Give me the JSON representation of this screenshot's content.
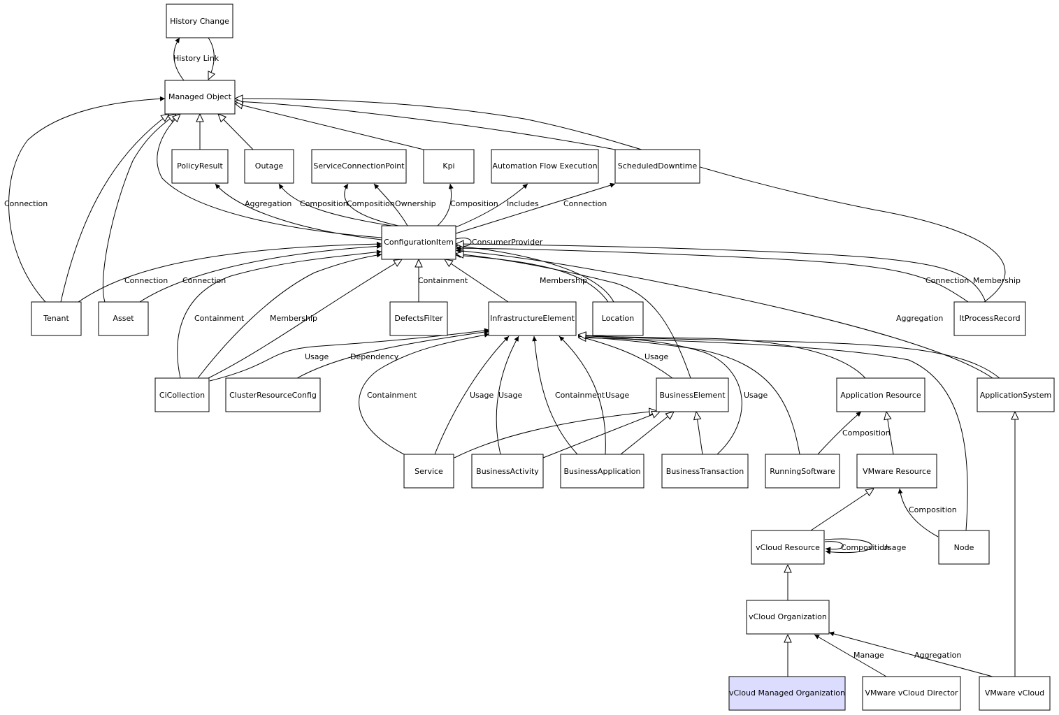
{
  "diagram": {
    "nodes": [
      {
        "id": "history_change",
        "label": "History Change"
      },
      {
        "id": "managed_object",
        "label": "Managed Object"
      },
      {
        "id": "policy_result",
        "label": "PolicyResult"
      },
      {
        "id": "outage",
        "label": "Outage"
      },
      {
        "id": "service_connection_point",
        "label": "ServiceConnectionPoint"
      },
      {
        "id": "kpi",
        "label": "Kpi"
      },
      {
        "id": "automation_flow_execution",
        "label": "Automation Flow Execution"
      },
      {
        "id": "scheduled_downtime",
        "label": "ScheduledDowntime"
      },
      {
        "id": "configuration_item",
        "label": "ConfigurationItem"
      },
      {
        "id": "tenant",
        "label": "Tenant"
      },
      {
        "id": "asset",
        "label": "Asset"
      },
      {
        "id": "defects_filter",
        "label": "DefectsFilter"
      },
      {
        "id": "infrastructure_element",
        "label": "InfrastructureElement"
      },
      {
        "id": "location",
        "label": "Location"
      },
      {
        "id": "it_process_record",
        "label": "ItProcessRecord"
      },
      {
        "id": "ci_collection",
        "label": "CiCollection"
      },
      {
        "id": "cluster_resource_config",
        "label": "ClusterResourceConfig"
      },
      {
        "id": "business_element",
        "label": "BusinessElement"
      },
      {
        "id": "application_resource",
        "label": "Application Resource"
      },
      {
        "id": "application_system",
        "label": "ApplicationSystem"
      },
      {
        "id": "service",
        "label": "Service"
      },
      {
        "id": "business_activity",
        "label": "BusinessActivity"
      },
      {
        "id": "business_application",
        "label": "BusinessApplication"
      },
      {
        "id": "business_transaction",
        "label": "BusinessTransaction"
      },
      {
        "id": "running_software",
        "label": "RunningSoftware"
      },
      {
        "id": "vmware_resource",
        "label": "VMware Resource"
      },
      {
        "id": "vcloud_resource",
        "label": "vCloud Resource"
      },
      {
        "id": "node",
        "label": "Node"
      },
      {
        "id": "vcloud_organization",
        "label": "vCloud Organization"
      },
      {
        "id": "vcloud_managed_organization",
        "label": "vCloud Managed Organization",
        "highlight": true
      },
      {
        "id": "vmware_vcloud_director",
        "label": "VMware vCloud Director"
      },
      {
        "id": "vmware_vcloud",
        "label": "VMware vCloud"
      }
    ],
    "edge_labels": [
      {
        "id": "history_link",
        "text": "History Link"
      },
      {
        "id": "tenant_connection_mo",
        "text": "Connection"
      },
      {
        "id": "ci_aggregation_policy",
        "text": "Aggregation"
      },
      {
        "id": "ci_composition_outage",
        "text": "Composition"
      },
      {
        "id": "ci_composition_scp",
        "text": "Composition"
      },
      {
        "id": "ci_ownership_scp",
        "text": "Ownership"
      },
      {
        "id": "ci_composition_kpi",
        "text": "Composition"
      },
      {
        "id": "ci_includes_afe",
        "text": "Includes"
      },
      {
        "id": "ci_connection_sd",
        "text": "Connection"
      },
      {
        "id": "ci_consumer_provider",
        "text": "ConsumerProvider"
      },
      {
        "id": "tenant_connection_ci",
        "text": "Connection"
      },
      {
        "id": "asset_connection_ci",
        "text": "Connection"
      },
      {
        "id": "cicoll_containment",
        "text": "Containment"
      },
      {
        "id": "cicoll_membership",
        "text": "Membership"
      },
      {
        "id": "defects_containment",
        "text": "Containment"
      },
      {
        "id": "location_membership",
        "text": "Membership"
      },
      {
        "id": "itpr_connection",
        "text": "Connection"
      },
      {
        "id": "itpr_membership",
        "text": "Membership"
      },
      {
        "id": "appsys_aggregation",
        "text": "Aggregation"
      },
      {
        "id": "cicoll_usage",
        "text": "Usage"
      },
      {
        "id": "crc_dependency",
        "text": "Dependency"
      },
      {
        "id": "be_usage_ie",
        "text": "Usage"
      },
      {
        "id": "service_containment",
        "text": "Containment"
      },
      {
        "id": "service_usage",
        "text": "Usage"
      },
      {
        "id": "ba_usage",
        "text": "Usage"
      },
      {
        "id": "bapp_containment",
        "text": "Containment"
      },
      {
        "id": "bapp_usage",
        "text": "Usage"
      },
      {
        "id": "bt_usage",
        "text": "Usage"
      },
      {
        "id": "rs_composition",
        "text": "Composition"
      },
      {
        "id": "node_composition",
        "text": "Composition"
      },
      {
        "id": "vcr_composition",
        "text": "Composition"
      },
      {
        "id": "vcr_usage",
        "text": "Usage"
      },
      {
        "id": "vcd_manage",
        "text": "Manage"
      },
      {
        "id": "vmv_aggregation",
        "text": "Aggregation"
      }
    ]
  }
}
